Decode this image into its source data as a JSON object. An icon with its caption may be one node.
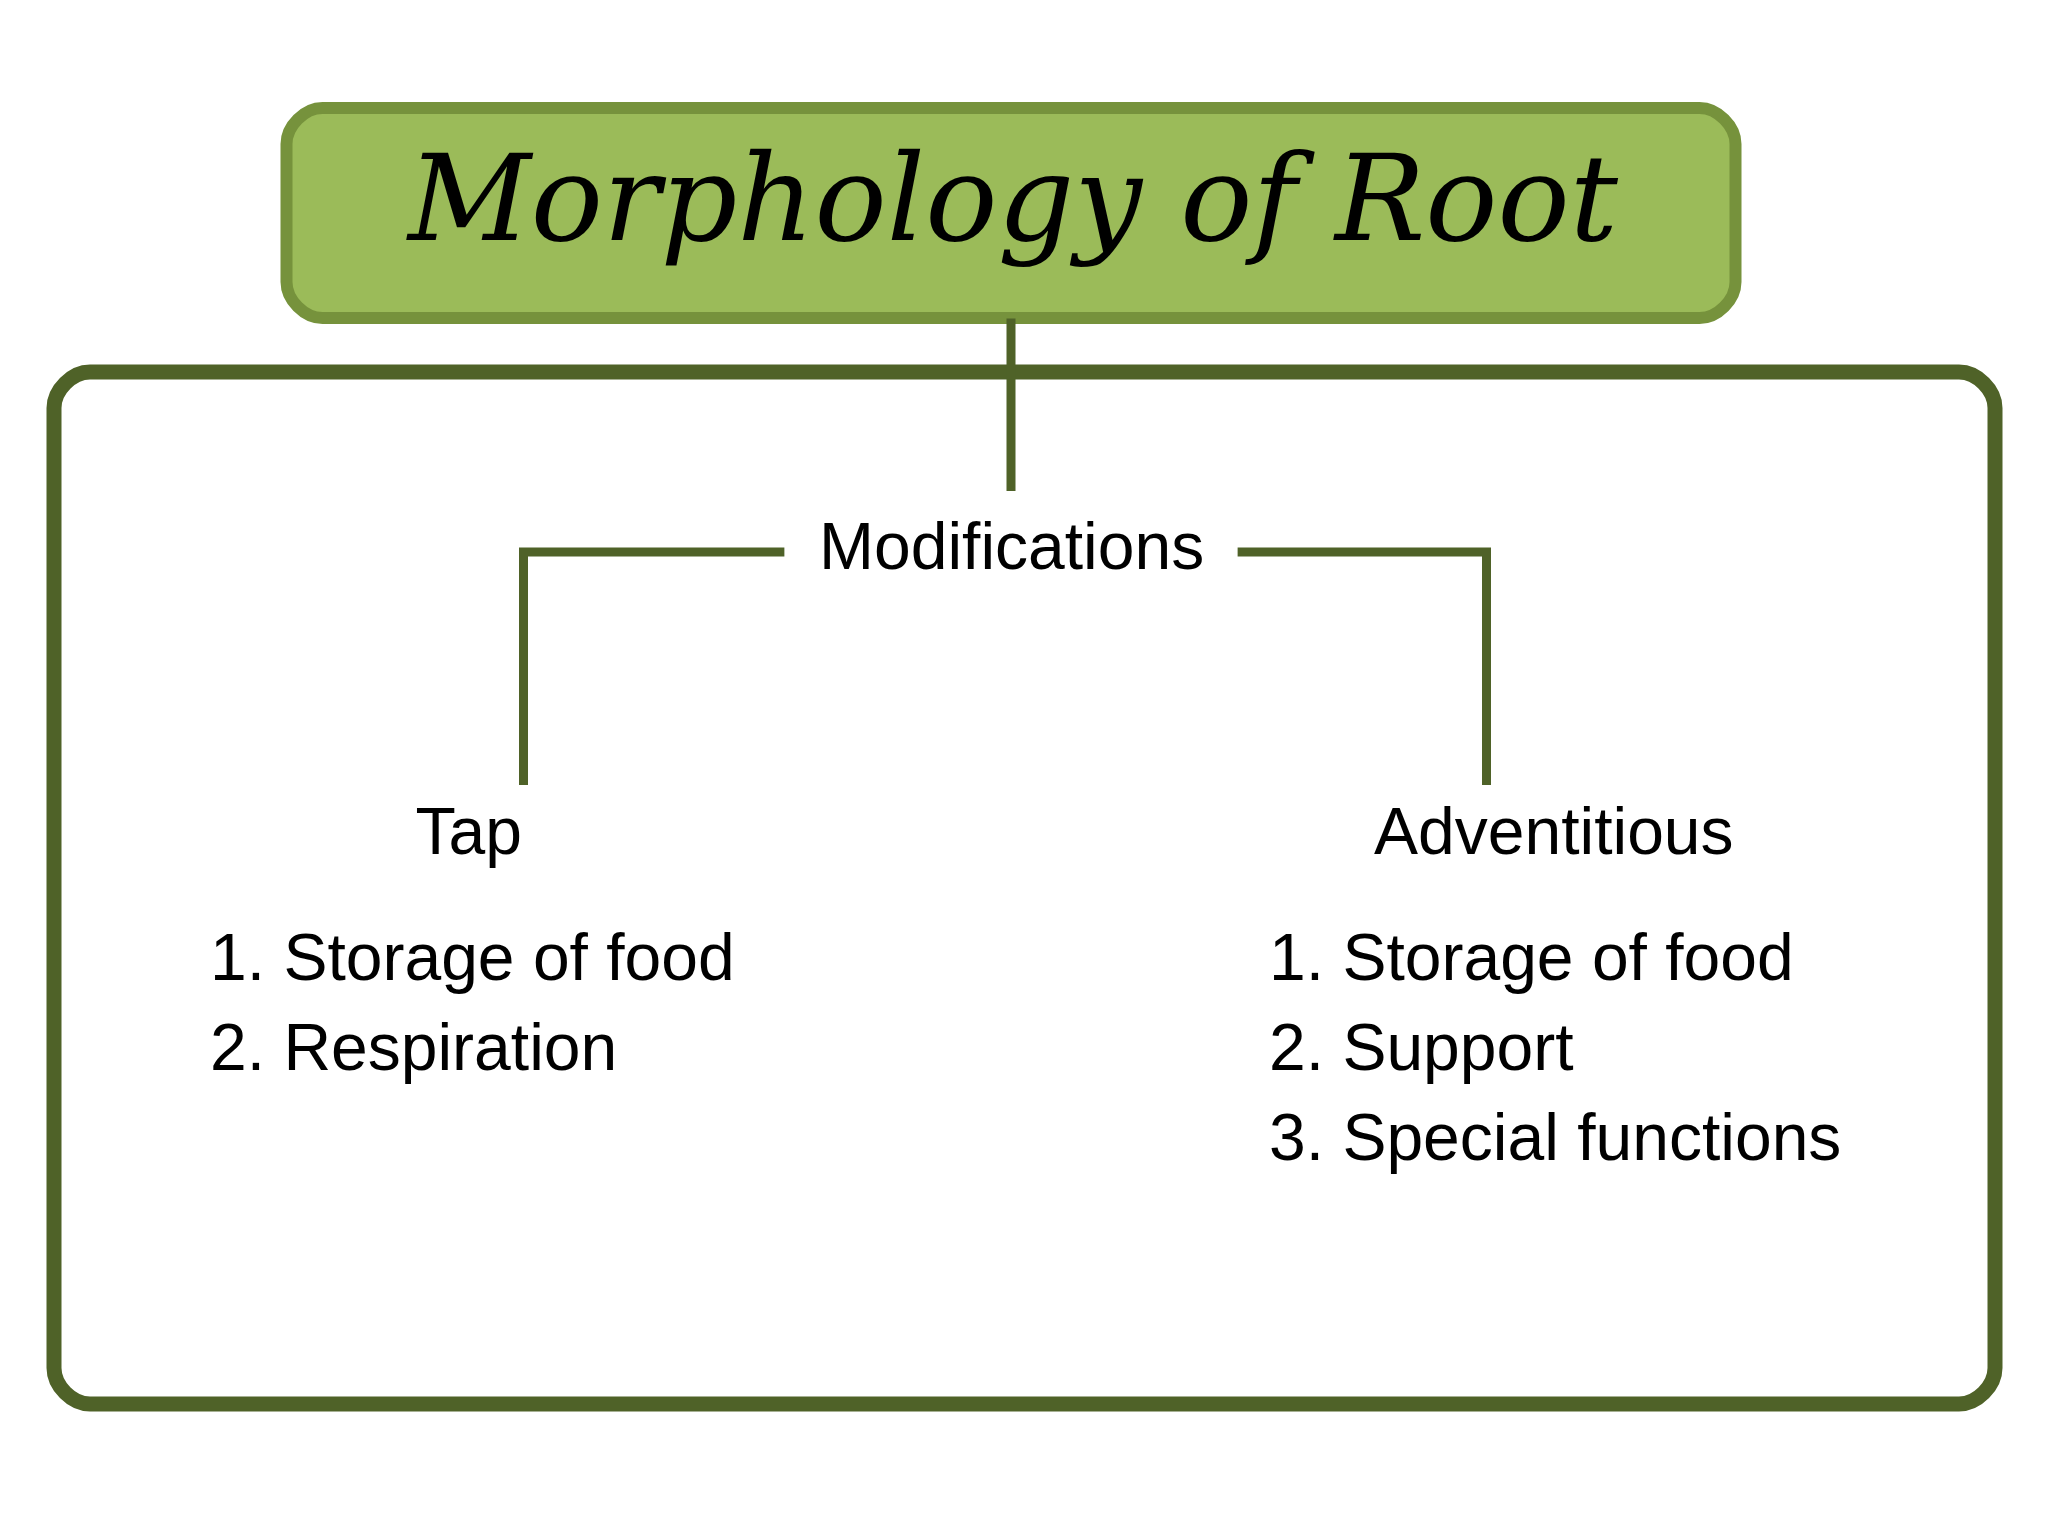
{
  "diagram": {
    "nodes": [
      {
        "text": [],
        "shape": "box"
      },
      {
        "text": [
          "Morphology of Root"
        ]
      },
      {
        "text": [
          "Modifications"
        ],
        "in": 0
      },
      {
        "text": [
          "Tap"
        ],
        "in": 0,
        "beside": [
          "1. Storage of food",
          "2. Respiration"
        ]
      },
      {
        "text": [
          "Adventitious"
        ],
        "in": 0,
        "beside": [
          "1. Storage of food",
          "2. Support",
          "3. Special functions"
        ]
      }
    ],
    "edges": [
      {
        "from": 1,
        "to": 2,
        "arrow": "none"
      },
      {
        "from": 2,
        "to": 3,
        "arrow": "none"
      },
      {
        "from": 2,
        "to": 4,
        "arrow": "none"
      }
    ]
  }
}
